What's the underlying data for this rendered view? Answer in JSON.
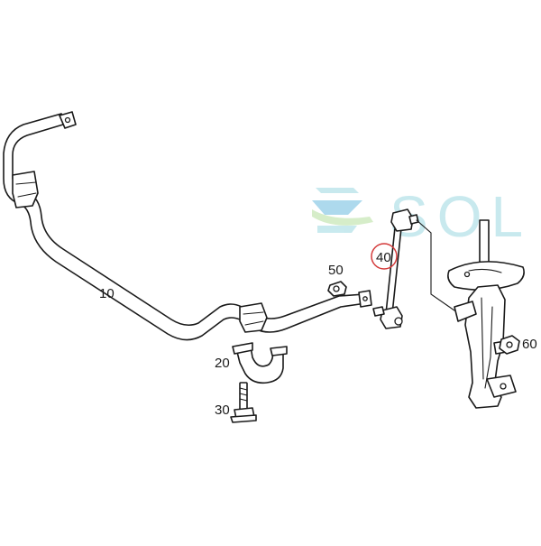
{
  "watermark": {
    "text": "SOL",
    "colors": {
      "light": "#bfe6ec",
      "mid": "#8ecbd6",
      "green": "#cfeac0",
      "blue": "#9fd3ea"
    }
  },
  "callouts": {
    "stabilizer_bar": "10",
    "bushing_bracket": "20",
    "bolt": "30",
    "stabilizer_link": "40",
    "nut_small": "50",
    "nut_strut": "60"
  },
  "highlight": {
    "color": "#d43a3a",
    "target": "40"
  }
}
